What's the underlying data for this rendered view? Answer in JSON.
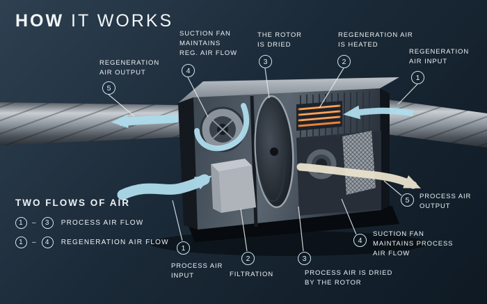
{
  "title": {
    "bold": "HOW",
    "light": " IT WORKS"
  },
  "colors": {
    "background_top": "#2e4051",
    "background_bottom": "#0e1923",
    "label_text": "#edf2f5",
    "circle_outline": "#cfe7f2",
    "flow_blue": "#aedcec",
    "heater_orange": "#e8833a",
    "process_output_cream": "#e9e2cd",
    "callout_line": "#e3e9ec"
  },
  "callouts": [
    {
      "number": "5",
      "label": "REGENERATION\nAIR OUTPUT"
    },
    {
      "number": "4",
      "label": "SUCTION FAN\nMAINTAINS\nREG. AIR FLOW"
    },
    {
      "number": "3",
      "label": "THE ROTOR\nIS DRIED"
    },
    {
      "number": "2",
      "label": "REGENERATION AIR\nIS HEATED"
    },
    {
      "number": "1",
      "label": "REGENERATION\nAIR INPUT"
    },
    {
      "number": "5",
      "label": "PROCESS AIR\nOUTPUT"
    },
    {
      "number": "4",
      "label": "SUCTION FAN\nMAINTAINS PROCESS\nAIR FLOW"
    },
    {
      "number": "3",
      "label": "PROCESS AIR IS DRIED\nBY THE ROTOR"
    },
    {
      "number": "2",
      "label": "FILTRATION"
    },
    {
      "number": "1",
      "label": "PROCESS AIR\nINPUT"
    }
  ],
  "legend": {
    "title": "TWO FLOWS OF AIR",
    "items": [
      {
        "from": "1",
        "separator": "–",
        "to": "3",
        "label": "PROCESS AIR FLOW"
      },
      {
        "from": "1",
        "separator": "–",
        "to": "4",
        "label": "REGENERATION AIR FLOW"
      }
    ]
  },
  "machine": {
    "icons": [
      "left-duct-icon",
      "right-duct-icon",
      "regeneration-fan-icon",
      "rotor-icon",
      "heater-coils-icon",
      "process-fan-icon",
      "filter-panel-icon"
    ]
  }
}
